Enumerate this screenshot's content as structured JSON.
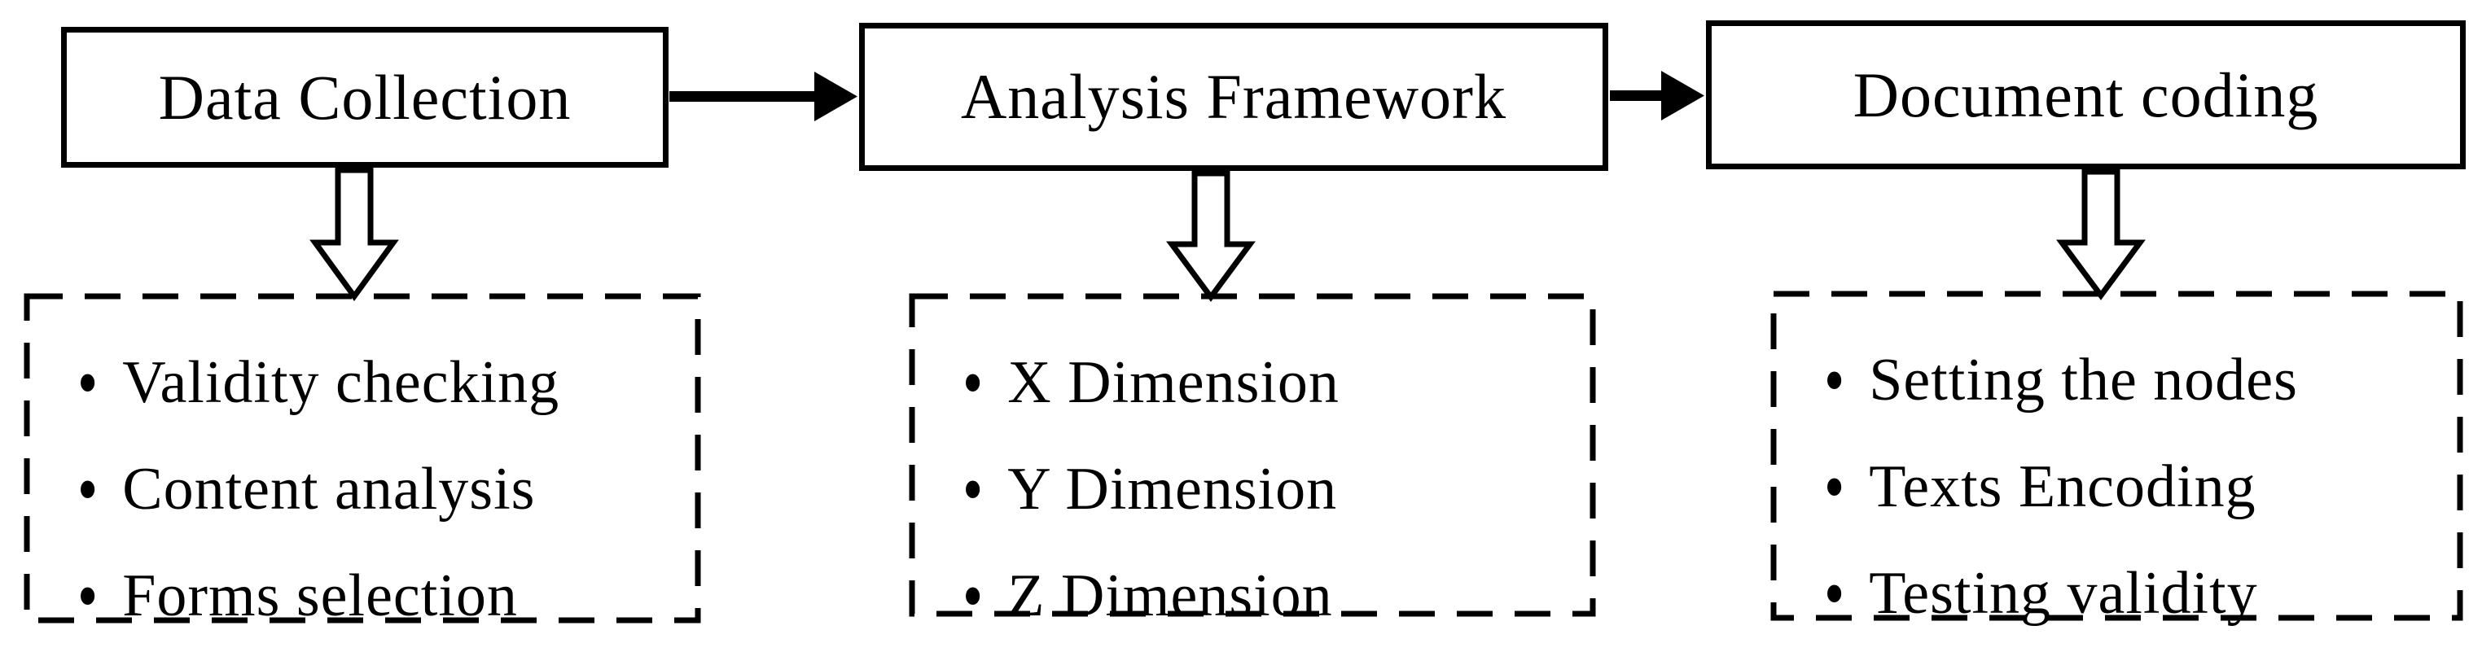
{
  "diagram": {
    "bullet_glyph": "•",
    "colors": {
      "line": "#000000",
      "background": "#ffffff"
    },
    "columns": [
      {
        "title": "Data Collection",
        "items": [
          "Validity checking",
          "Content analysis",
          "Forms selection"
        ]
      },
      {
        "title": "Analysis Framework",
        "items": [
          "X Dimension",
          "Y Dimension",
          "Z Dimension"
        ]
      },
      {
        "title": "Document coding",
        "items": [
          "Setting the nodes",
          "Texts Encoding",
          "Testing validity"
        ]
      }
    ]
  }
}
